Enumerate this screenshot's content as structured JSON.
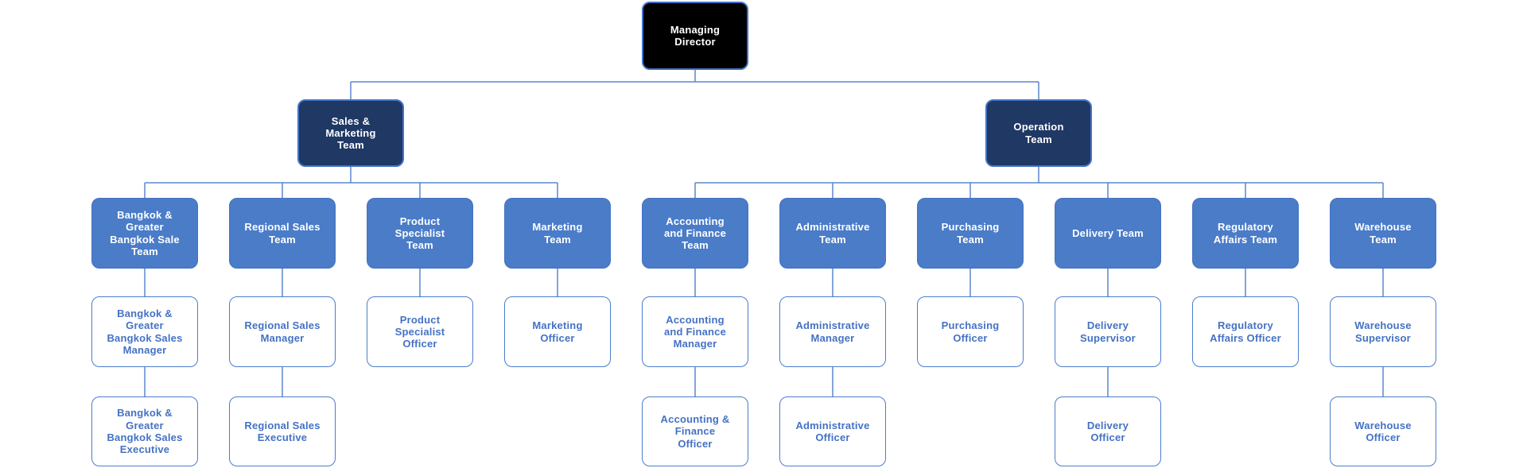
{
  "diagram": {
    "type": "org-chart",
    "colors": {
      "root_fill": "#000000",
      "team_group_fill": "#1F3864",
      "department_fill": "#4A7CC8",
      "role_fill": "#FFFFFF",
      "outline": "#4472C4",
      "connector": "#5B87CE",
      "text_on_fill": "#FFFFFF",
      "role_text": "#4472C4"
    },
    "nodes": [
      {
        "name": "Managing Director",
        "text": "Managing\nDirector",
        "level": 1,
        "reports_to": null
      },
      {
        "name": "Sales & Marketing Team",
        "text": "Sales &\nMarketing\nTeam",
        "level": 2,
        "reports_to": "Managing Director"
      },
      {
        "name": "Operation Team",
        "text": "Operation\nTeam",
        "level": 2,
        "reports_to": "Managing Director"
      },
      {
        "name": "Bangkok & Greater Bangkok Sale Team",
        "text": "Bangkok &\nGreater\nBangkok Sale\nTeam",
        "level": 3,
        "reports_to": "Sales & Marketing Team"
      },
      {
        "name": "Regional Sales Team",
        "text": "Regional Sales\nTeam",
        "level": 3,
        "reports_to": "Sales & Marketing Team"
      },
      {
        "name": "Product Specialist Team",
        "text": "Product\nSpecialist\nTeam",
        "level": 3,
        "reports_to": "Sales & Marketing Team"
      },
      {
        "name": "Marketing Team",
        "text": "Marketing\nTeam",
        "level": 3,
        "reports_to": "Sales & Marketing Team"
      },
      {
        "name": "Accounting and Finance Team",
        "text": "Accounting\nand Finance\nTeam",
        "level": 3,
        "reports_to": "Operation Team"
      },
      {
        "name": "Administrative Team",
        "text": "Administrative\nTeam",
        "level": 3,
        "reports_to": "Operation Team"
      },
      {
        "name": "Purchasing Team",
        "text": "Purchasing\nTeam",
        "level": 3,
        "reports_to": "Operation Team"
      },
      {
        "name": "Delivery Team",
        "text": "Delivery Team",
        "level": 3,
        "reports_to": "Operation Team"
      },
      {
        "name": "Regulatory Affairs Team",
        "text": "Regulatory\nAffairs Team",
        "level": 3,
        "reports_to": "Operation Team"
      },
      {
        "name": "Warehouse Team",
        "text": "Warehouse\nTeam",
        "level": 3,
        "reports_to": "Operation Team"
      },
      {
        "name": "Bangkok & Greater Bangkok Sales Manager",
        "text": "Bangkok &\nGreater\nBangkok Sales\nManager",
        "level": 4,
        "reports_to": "Bangkok & Greater Bangkok Sale Team"
      },
      {
        "name": "Regional Sales Manager",
        "text": "Regional Sales\nManager",
        "level": 4,
        "reports_to": "Regional Sales Team"
      },
      {
        "name": "Product Specialist Officer",
        "text": "Product\nSpecialist\nOfficer",
        "level": 4,
        "reports_to": "Product Specialist Team"
      },
      {
        "name": "Marketing Officer",
        "text": "Marketing\nOfficer",
        "level": 4,
        "reports_to": "Marketing Team"
      },
      {
        "name": "Accounting and Finance Manager",
        "text": "Accounting\nand Finance\nManager",
        "level": 4,
        "reports_to": "Accounting and Finance Team"
      },
      {
        "name": "Administrative Manager",
        "text": "Administrative\nManager",
        "level": 4,
        "reports_to": "Administrative Team"
      },
      {
        "name": "Purchasing Officer",
        "text": "Purchasing\nOfficer",
        "level": 4,
        "reports_to": "Purchasing Team"
      },
      {
        "name": "Delivery Supervisor",
        "text": "Delivery\nSupervisor",
        "level": 4,
        "reports_to": "Delivery Team"
      },
      {
        "name": "Regulatory Affairs Officer",
        "text": "Regulatory\nAffairs Officer",
        "level": 4,
        "reports_to": "Regulatory Affairs Team"
      },
      {
        "name": "Warehouse Supervisor",
        "text": "Warehouse\nSupervisor",
        "level": 4,
        "reports_to": "Warehouse Team"
      },
      {
        "name": "Bangkok & Greater Bangkok Sales Executive",
        "text": "Bangkok &\nGreater\nBangkok Sales\nExecutive",
        "level": 5,
        "reports_to": "Bangkok & Greater Bangkok Sales Manager"
      },
      {
        "name": "Regional Sales Executive",
        "text": "Regional Sales\nExecutive",
        "level": 5,
        "reports_to": "Regional Sales Manager"
      },
      {
        "name": "Accounting & Finance Officer",
        "text": "Accounting &\nFinance\nOfficer",
        "level": 5,
        "reports_to": "Accounting and Finance Manager"
      },
      {
        "name": "Administrative Officer",
        "text": "Administrative\nOfficer",
        "level": 5,
        "reports_to": "Administrative Manager"
      },
      {
        "name": "Delivery Officer",
        "text": "Delivery\nOfficer",
        "level": 5,
        "reports_to": "Delivery Supervisor"
      },
      {
        "name": "Warehouse Officer",
        "text": "Warehouse\nOfficer",
        "level": 5,
        "reports_to": "Warehouse Supervisor"
      }
    ]
  }
}
